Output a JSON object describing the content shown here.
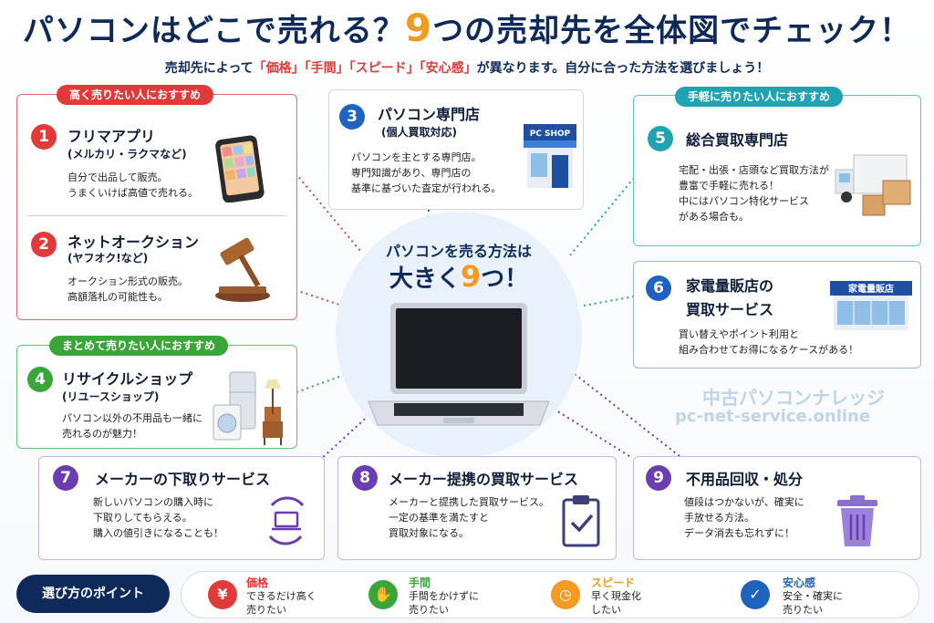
{
  "title": {
    "before": "パソコンはどこで売れる？",
    "nine": "9",
    "after": "つの売却先を全体図でチェック！"
  },
  "subtitle": {
    "pre": "売却先によって",
    "k1": "「価格」",
    "k2": "「手間」",
    "k3": "「スピード」",
    "k4": "「安心感」",
    "post": "が異なります。自分に合った方法を選びましょう！"
  },
  "groups": {
    "high": "高く売りたい人におすすめ",
    "easy": "手軽に売りたい人におすすめ",
    "bulk": "まとめて売りたい人におすすめ"
  },
  "center": {
    "line1": "パソコンを売る方法は",
    "pre": "大きく",
    "nine": "9",
    "post": "つ！"
  },
  "cards": [
    {
      "num": "1",
      "title": "フリマアプリ",
      "sub": "(メルカリ・ラクマなど)",
      "desc": [
        "自分で出品して販売。",
        "うまくいけば高値で売れる。"
      ]
    },
    {
      "num": "2",
      "title": "ネットオークション",
      "sub": "(ヤフオク!など)",
      "desc": [
        "オークション形式の販売。",
        "高額落札の可能性も。"
      ]
    },
    {
      "num": "3",
      "title": "パソコン専門店",
      "sub": "(個人買取対応)",
      "desc": [
        "パソコンを主とする専門店。",
        "専門知識があり、専門店の",
        "基準に基づいた査定が行われる。"
      ],
      "sign": "PC SHOP"
    },
    {
      "num": "4",
      "title": "リサイクルショップ",
      "sub": "(リユースショップ)",
      "desc": [
        "パソコン以外の不用品も一緒に",
        "売れるのが魅力！"
      ]
    },
    {
      "num": "5",
      "title": "総合買取専門店",
      "sub": "",
      "desc": [
        "宅配・出張・店頭など買取方法が",
        "豊富で手軽に売れる！",
        "中にはパソコン特化サービス",
        "がある場合も。"
      ]
    },
    {
      "num": "6",
      "title": "家電量販店の",
      "sub": "買取サービス",
      "desc": [
        "買い替えやポイント利用と",
        "組み合わせてお得になるケースがある！"
      ],
      "sign": "家電量販店"
    },
    {
      "num": "7",
      "title": "メーカーの下取りサービス",
      "sub": "",
      "desc": [
        "新しいパソコンの購入時に",
        "下取りしてもらえる。",
        "購入の値引きになることも！"
      ]
    },
    {
      "num": "8",
      "title": "メーカー提携の買取サービス",
      "sub": "",
      "desc": [
        "メーカーと提携した買取サービス。",
        "一定の基準を満たすと",
        "買取対象になる。"
      ]
    },
    {
      "num": "9",
      "title": "不用品回収・処分",
      "sub": "",
      "desc": [
        "値段はつかないが、確実に",
        "手放せる方法。",
        "データ消去も忘れずに！"
      ]
    }
  ],
  "watermark": {
    "line1": "中古パソコンナレッジ",
    "line2": "pc-net-service.online"
  },
  "points": {
    "label": "選び方のポイント",
    "items": [
      {
        "icon": "¥",
        "title": "価格",
        "desc": [
          "できるだけ高く",
          "売りたい"
        ]
      },
      {
        "icon": "✋",
        "title": "手間",
        "desc": [
          "手間をかけずに",
          "売りたい"
        ]
      },
      {
        "icon": "◷",
        "title": "スピード",
        "desc": [
          "早く現金化",
          "したい"
        ]
      },
      {
        "icon": "✓",
        "title": "安心感",
        "desc": [
          "安全・確実に",
          "売りたい"
        ]
      }
    ]
  },
  "colors": {
    "navy": "#0e2a5a",
    "orange": "#f39a1f",
    "red": "#e23a3a",
    "teal": "#1fa3b3",
    "green": "#3aa63a",
    "purple": "#6a3db3",
    "blue": "#1f63c0"
  }
}
